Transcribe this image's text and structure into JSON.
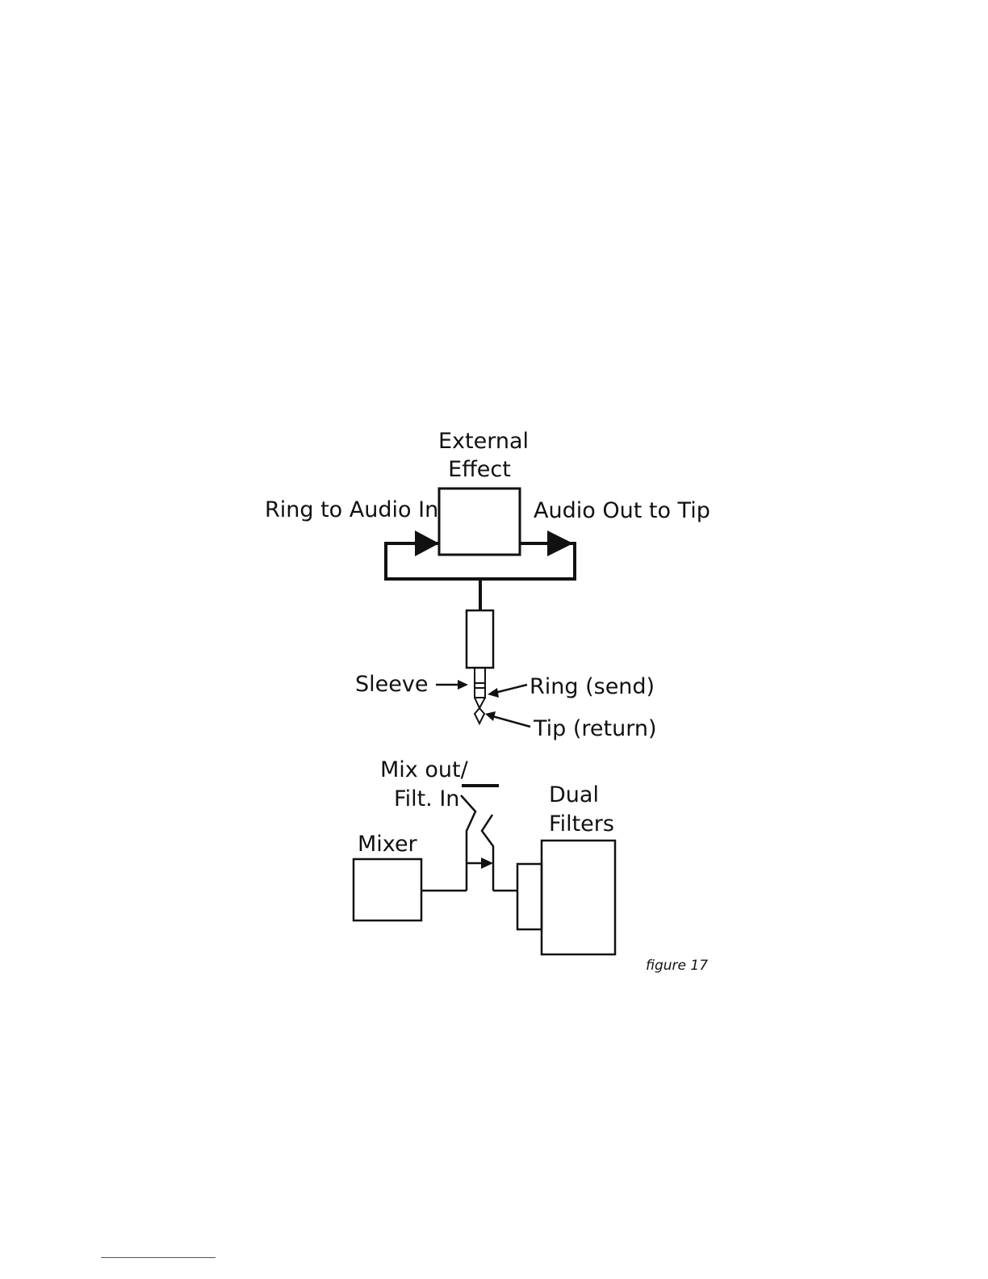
{
  "figure": {
    "top": {
      "box_title_line1": "External",
      "box_title_line2": "Effect",
      "left_label": "Ring to Audio In",
      "right_label": "Audio Out to Tip",
      "sleeve_label": "Sleeve",
      "ring_label": "Ring (send)",
      "tip_label": "Tip (return)"
    },
    "bottom": {
      "jack_label_line1": "Mix out/",
      "jack_label_line2": "Filt. In",
      "mixer_label": "Mixer",
      "filters_label_line1": "Dual",
      "filters_label_line2": "Filters"
    },
    "caption": "figure 17"
  },
  "colors": {
    "ink": "#111111",
    "footer_rule": "#1a56c9"
  }
}
